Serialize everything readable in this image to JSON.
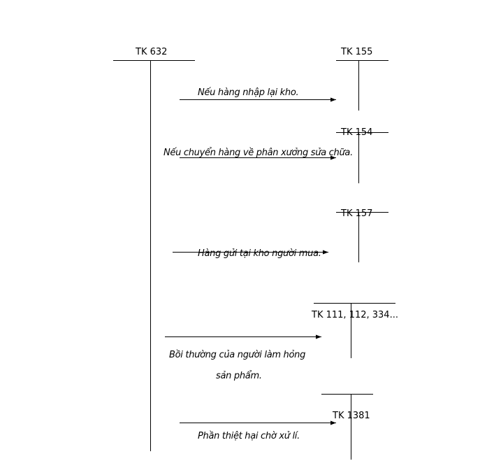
{
  "accounts": {
    "tk632": "TK 632",
    "tk155": "TK 155",
    "tk154": "TK 154",
    "tk157": "TK 157",
    "tk111": "TK 111, 112, 334...",
    "tk1381": "TK 1381"
  },
  "entries": {
    "e1": "Nếu hàng nhập lại kho.",
    "e2": "Nếu chuyển hàng về phân xưởng sửa chữa.",
    "e3": "Hàng gửi tại kho người mua.",
    "e4_line1": "Bồi thường của người làm hỏng",
    "e4_line2": "sản phẩm.",
    "e5": "Phần thiệt hại chờ xử lí."
  }
}
